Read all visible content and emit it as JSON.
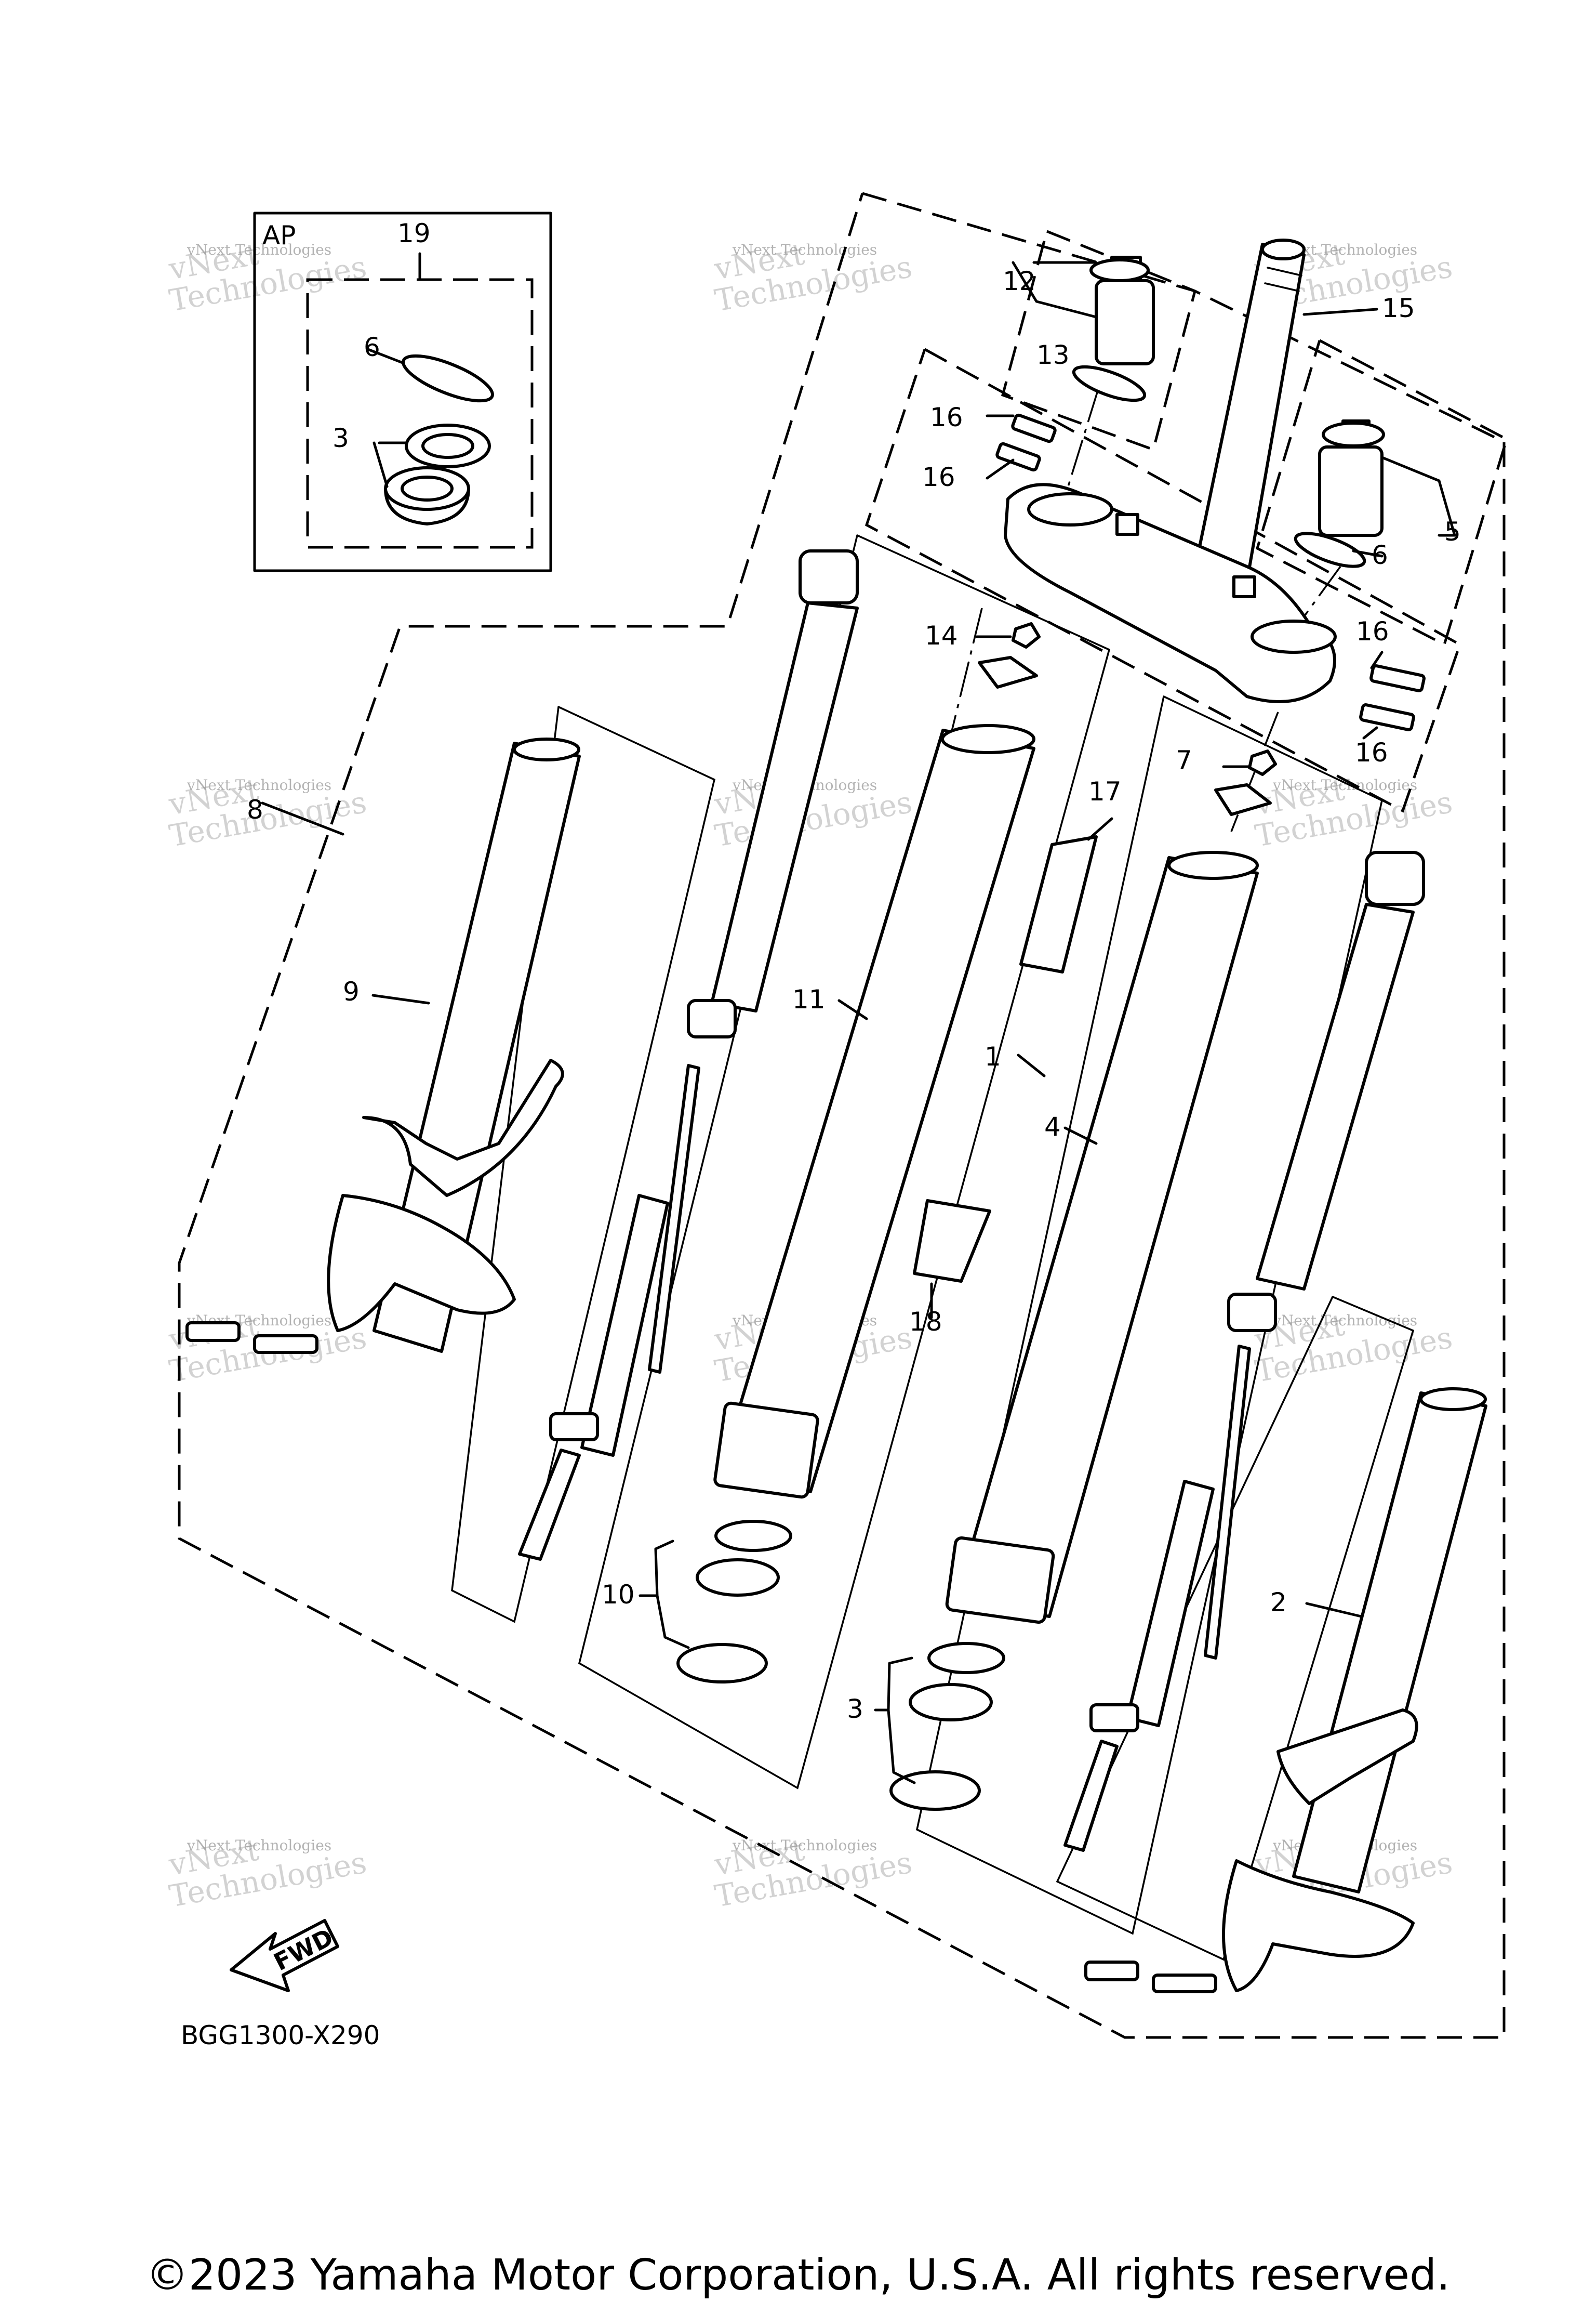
{
  "diagram": {
    "diagram_code": "BGG1300-X290",
    "inset_label": "AP",
    "fwd_label": "FWD",
    "watermark": {
      "line1": "vNext Technologies",
      "line2": "vNext",
      "line3": "Technologies"
    },
    "callouts": [
      "19",
      "6",
      "3",
      "12",
      "13",
      "15",
      "16",
      "16",
      "5",
      "6",
      "14",
      "16",
      "16",
      "7",
      "17",
      "8",
      "9",
      "11",
      "1",
      "4",
      "18",
      "10",
      "3",
      "2"
    ]
  },
  "copyright": "©2023 Yamaha Motor Corporation, U.S.A. All rights reserved."
}
